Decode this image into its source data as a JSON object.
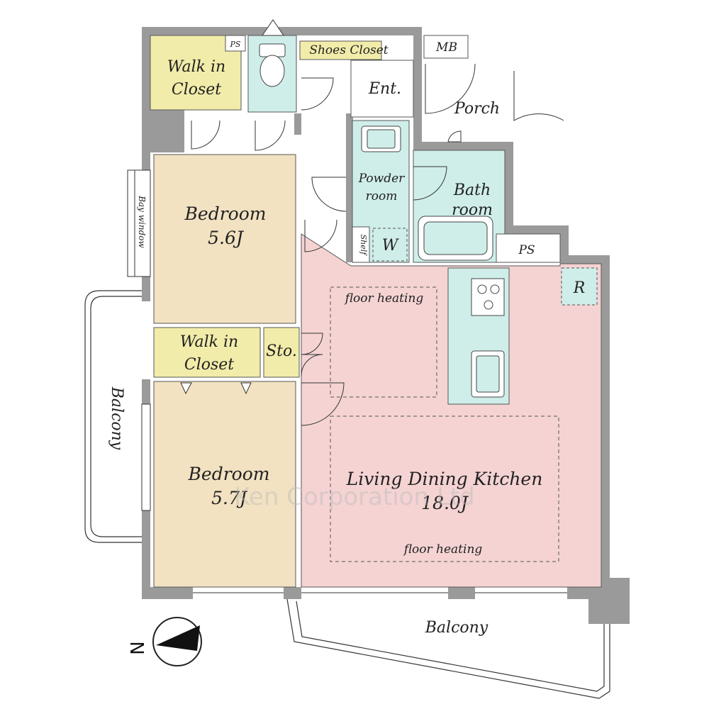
{
  "rooms": {
    "walk_in_closet_1": "Walk in\nCloset",
    "ps_top": "PS",
    "shoes_closet": "Shoes Closet",
    "mb": "MB",
    "ent": "Ent.",
    "porch": "Porch",
    "powder_room": "Powder\nroom",
    "bath_room": "Bath\nroom",
    "shelf": "Shelf",
    "w": "W",
    "ps_right": "PS",
    "r": "R",
    "bay_window": "Bay window",
    "bedroom_1": "Bedroom",
    "bedroom_1_size": "5.6J",
    "floor_heating_1": "floor heating",
    "walk_in_closet_2": "Walk in\nCloset",
    "sto": "Sto.",
    "balcony_left": "Balcony",
    "bedroom_2": "Bedroom",
    "bedroom_2_size": "5.7J",
    "ldk": "Living Dining Kitchen",
    "ldk_size": "18.0J",
    "floor_heating_2": "floor heating",
    "balcony_bottom": "Balcony"
  },
  "compass": {
    "label": "N"
  },
  "watermark": "Ken Corporation Ltd",
  "colors": {
    "closet": "#f2ecaa",
    "bedroom": "#f2e2c2",
    "wet": "#cfeeea",
    "ldk": "#f5d3d3",
    "wall": "#9a9a9a"
  }
}
